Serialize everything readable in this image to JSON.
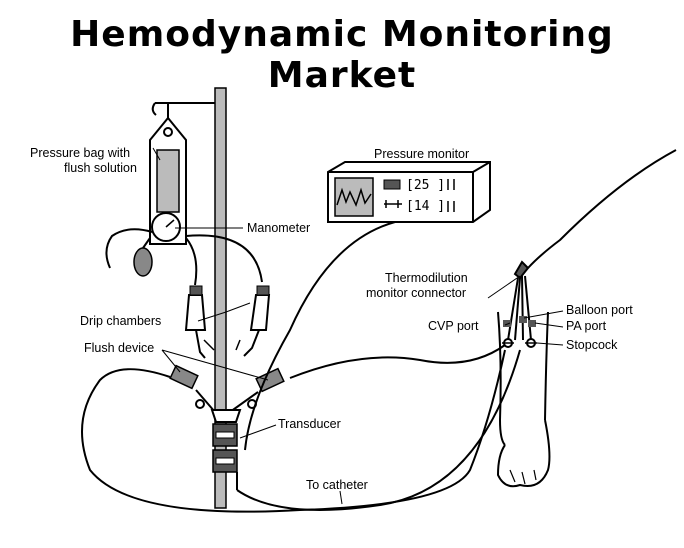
{
  "title": "Hemodynamic Monitoring Market",
  "labels": {
    "pressure_bag_line1": "Pressure bag with",
    "pressure_bag_line2": "flush solution",
    "manometer": "Manometer",
    "pressure_monitor": "Pressure monitor",
    "thermodilution_line1": "Thermodilution",
    "thermodilution_line2": "monitor connector",
    "drip_chambers": "Drip chambers",
    "flush_device": "Flush device",
    "balloon_port": "Balloon port",
    "cvp_port": "CVP port",
    "pa_port": "PA port",
    "stopcock": "Stopcock",
    "transducer": "Transducer",
    "to_catheter": "To catheter"
  },
  "monitor": {
    "reading_top": "[25 ]",
    "reading_bottom": "[14 ]"
  },
  "colors": {
    "line": "#000000",
    "fill": "#ffffff",
    "shade": "#bfbfbf"
  }
}
